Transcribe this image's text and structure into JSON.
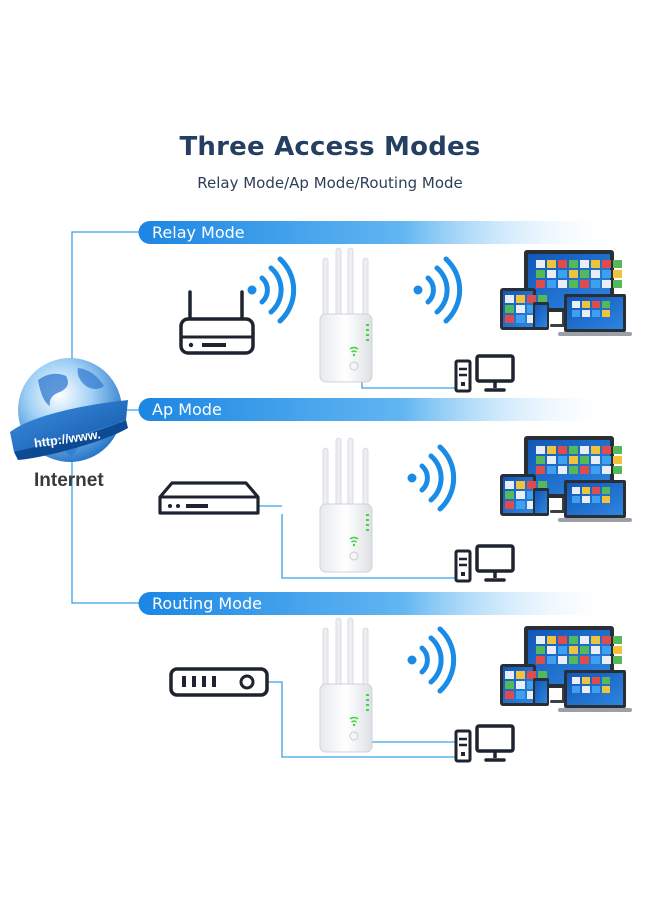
{
  "header": {
    "title": "Three Access Modes",
    "subtitle": "Relay Mode/Ap Mode/Routing Mode"
  },
  "internet": {
    "label": "Internet",
    "globe_text": "http://www."
  },
  "modes": [
    {
      "label": "Relay Mode"
    },
    {
      "label": "Ap Mode"
    },
    {
      "label": "Routing Mode"
    }
  ],
  "colors": {
    "title": "#253f63",
    "banner": "#1e8fe6",
    "line": "#3aa0e8",
    "wifi": "#1a8ce8",
    "icon_stroke": "#1d2430",
    "led": "#3ed53e"
  }
}
